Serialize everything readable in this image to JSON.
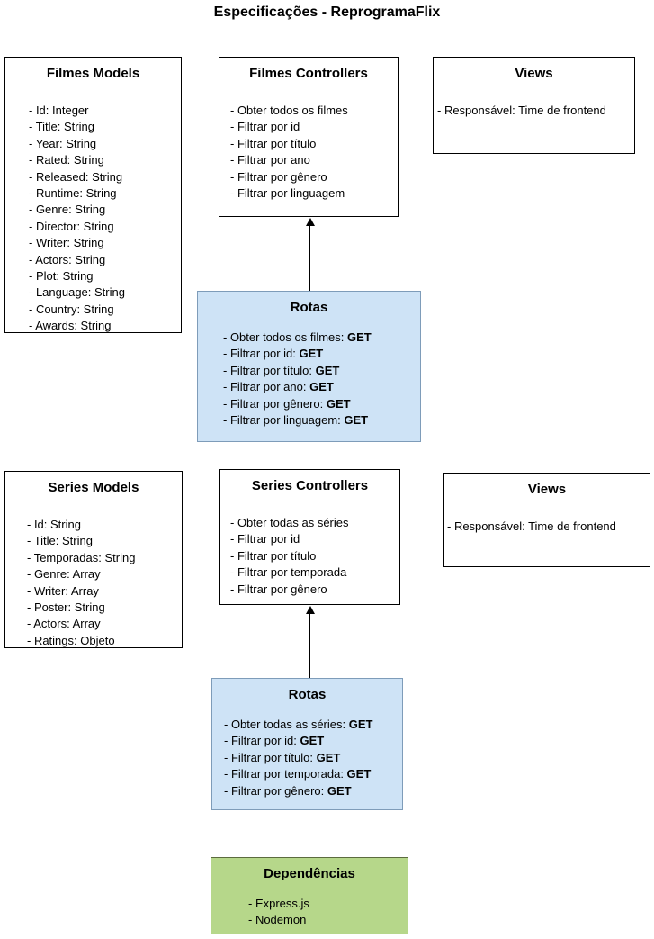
{
  "title": "Especificações - ReprogramaFlix",
  "colors": {
    "box_background": "#ffffff",
    "box_border": "#000000",
    "rotas_background": "#cee3f6",
    "rotas_border": "#7e9cb9",
    "dependencias_background": "#b6d78a",
    "dependencias_border": "#5b6b3e",
    "arrow": "#000000"
  },
  "boxes": {
    "filmes_models": {
      "title": "Filmes Models",
      "items": [
        "- Id: Integer",
        "- Title: String",
        "- Year: String",
        "- Rated: String",
        "- Released: String",
        "- Runtime: String",
        "- Genre: String",
        "- Director: String",
        "- Writer: String",
        "- Actors: String",
        "- Plot: String",
        "- Language: String",
        "- Country: String",
        "- Awards: String"
      ]
    },
    "filmes_controllers": {
      "title": "Filmes Controllers",
      "items": [
        "- Obter todos os filmes",
        "- Filtrar por id",
        "- Filtrar por título",
        "- Filtrar por ano",
        "- Filtrar por gênero",
        "- Filtrar por linguagem"
      ]
    },
    "views_filmes": {
      "title": "Views",
      "items": [
        "- Responsável: Time de frontend"
      ]
    },
    "rotas_filmes": {
      "title": "Rotas",
      "items": [
        {
          "label": "- Obter todos os filmes: ",
          "method": "GET"
        },
        {
          "label": "- Filtrar por id: ",
          "method": "GET"
        },
        {
          "label": "- Filtrar por título: ",
          "method": "GET"
        },
        {
          "label": "- Filtrar por ano: ",
          "method": "GET"
        },
        {
          "label": "- Filtrar por gênero: ",
          "method": "GET"
        },
        {
          "label": "- Filtrar por linguagem: ",
          "method": "GET"
        }
      ]
    },
    "series_models": {
      "title": "Series Models",
      "items": [
        "- Id: String",
        "- Title: String",
        "- Temporadas: String",
        "- Genre: Array",
        "- Writer: Array",
        "- Poster: String",
        "- Actors: Array",
        "- Ratings: Objeto"
      ]
    },
    "series_controllers": {
      "title": "Series Controllers",
      "items": [
        "- Obter todas as séries",
        "- Filtrar por id",
        "- Filtrar por título",
        "- Filtrar por temporada",
        "- Filtrar por gênero"
      ]
    },
    "views_series": {
      "title": "Views",
      "items": [
        "- Responsável: Time de frontend"
      ]
    },
    "rotas_series": {
      "title": "Rotas",
      "items": [
        {
          "label": "- Obter todas as séries: ",
          "method": "GET"
        },
        {
          "label": "- Filtrar por id: ",
          "method": "GET"
        },
        {
          "label": "- Filtrar por título: ",
          "method": "GET"
        },
        {
          "label": "- Filtrar por temporada: ",
          "method": "GET"
        },
        {
          "label": "- Filtrar por gênero: ",
          "method": "GET"
        }
      ]
    },
    "dependencias": {
      "title": "Dependências",
      "items": [
        "- Express.js",
        "- Nodemon"
      ]
    }
  }
}
